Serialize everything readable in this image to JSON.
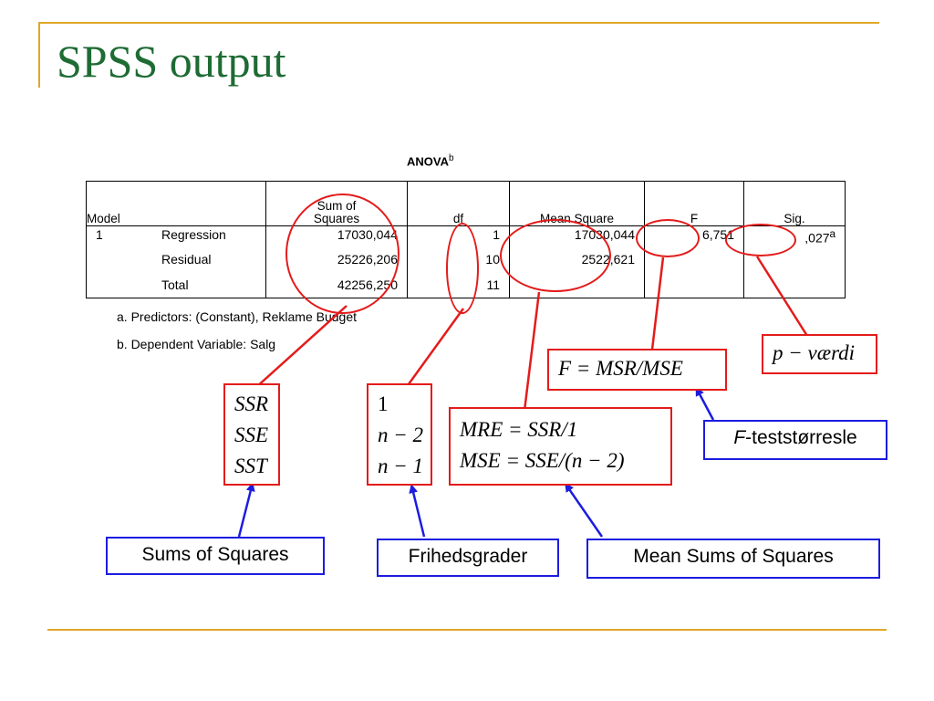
{
  "slide": {
    "title": "SPSS output"
  },
  "anova": {
    "caption": "ANOVA",
    "caption_sup": "b",
    "headers": {
      "model": "Model",
      "ss_line1": "Sum of",
      "ss_line2": "Squares",
      "df": "df",
      "ms": "Mean Square",
      "f": "F",
      "sig": "Sig."
    },
    "model_number": "1",
    "rows": [
      {
        "label": "Regression",
        "ss": "17030,044",
        "df": "1",
        "ms": "17030,044",
        "f": "6,751",
        "sig": ",027",
        "sig_sup": "a"
      },
      {
        "label": "Residual",
        "ss": "25226,206",
        "df": "10",
        "ms": "2522,621",
        "f": "",
        "sig": ""
      },
      {
        "label": "Total",
        "ss": "42256,250",
        "df": "11",
        "ms": "",
        "f": "",
        "sig": ""
      }
    ],
    "footnote_a": "a. Predictors: (Constant), Reklame Budget",
    "footnote_b": "b. Dependent Variable: Salg"
  },
  "annotations": {
    "ss_box": [
      "SSR",
      "SSE",
      "SST"
    ],
    "df_box": [
      "1",
      "n − 2",
      "n − 1"
    ],
    "ms_box": [
      "MRE = SSR/1",
      "MSE = SSE/(n − 2)"
    ],
    "f_box": "F = MSR/MSE",
    "p_box": "p − værdi",
    "f_label_italic": "F",
    "f_label_rest": "-teststørresle",
    "ss_label": "Sums of Squares",
    "df_label": "Frihedsgrader",
    "ms_label": "Mean Sums of Squares"
  },
  "colors": {
    "title": "#1e6b34",
    "accent_line": "#e0a72a",
    "red": "#e41b1b",
    "blue": "#1c1ce0"
  }
}
